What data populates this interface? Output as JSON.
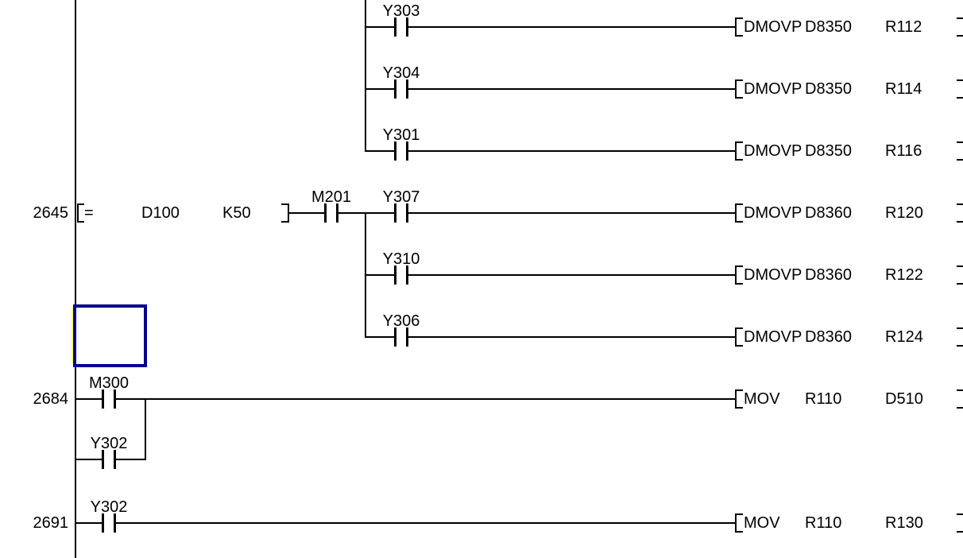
{
  "app": {
    "type": "plc-ladder-editor",
    "view": "ladder-diagram"
  },
  "rung_numbers": {
    "r2645": "2645",
    "r2684": "2684",
    "r2691": "2691"
  },
  "comparison": {
    "operator": "=",
    "operand1": "D100",
    "operand2": "K50"
  },
  "contacts": {
    "y303": "Y303",
    "y304": "Y304",
    "y301": "Y301",
    "m201": "M201",
    "y307": "Y307",
    "y310": "Y310",
    "y306": "Y306",
    "m300": "M300",
    "y302_branch": "Y302",
    "y302_2691": "Y302"
  },
  "instructions": {
    "i1": {
      "op": "DMOVP",
      "operand1": "D8350",
      "operand2": "R112"
    },
    "i2": {
      "op": "DMOVP",
      "operand1": "D8350",
      "operand2": "R114"
    },
    "i3": {
      "op": "DMOVP",
      "operand1": "D8350",
      "operand2": "R116"
    },
    "i4": {
      "op": "DMOVP",
      "operand1": "D8360",
      "operand2": "R120"
    },
    "i5": {
      "op": "DMOVP",
      "operand1": "D8360",
      "operand2": "R122"
    },
    "i6": {
      "op": "DMOVP",
      "operand1": "D8360",
      "operand2": "R124"
    },
    "i7": {
      "op": "MOV",
      "operand1": "R110",
      "operand2": "D510"
    },
    "i8": {
      "op": "MOV",
      "operand1": "R110",
      "operand2": "R130"
    }
  },
  "colors": {
    "wire": "#000000",
    "text": "#000000",
    "background": "#FFFFFF",
    "cursor_border": "#000090",
    "cursor_highlight": "#FFFF66"
  }
}
